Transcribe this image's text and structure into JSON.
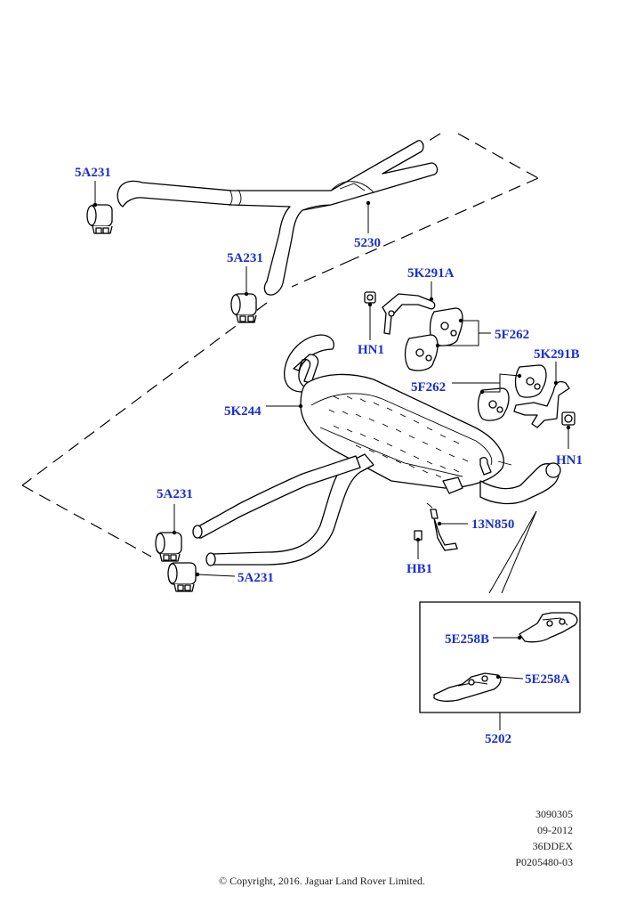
{
  "callouts": {
    "clamp_front_left": "5A231",
    "clamp_front_right": "5A231",
    "front_pipe": "5230",
    "bracket_a": "5K291A",
    "nut_left": "HN1",
    "insulator_upper": "5F262",
    "bracket_b": "5K291B",
    "insulator_lower": "5F262",
    "muffler": "5K244",
    "nut_right": "HN1",
    "clamp_rear_upper": "5A231",
    "bolt": "13N850",
    "clamp_rear_lower": "5A231",
    "bolt_hb": "HB1",
    "heat_shield_b": "5E258B",
    "heat_shield_a": "5E258A",
    "heat_shield_kit": "5202"
  },
  "meta": {
    "code": "3090305",
    "date": "09-2012",
    "model": "36DDEX",
    "ref": "P0205480-03"
  },
  "copyright": "© Copyright, 2016. Jaguar Land Rover Limited."
}
